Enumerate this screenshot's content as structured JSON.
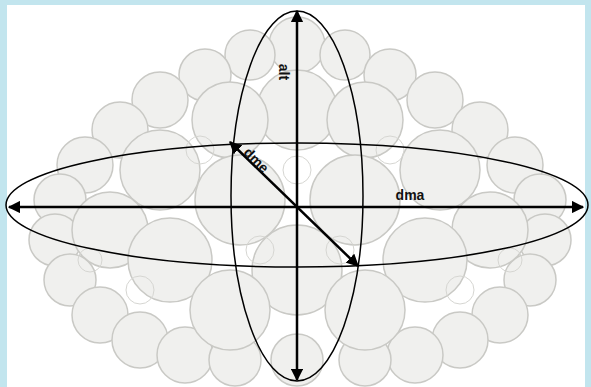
{
  "diagram": {
    "labels": [
      "alt",
      "dme",
      "dma"
    ]
  }
}
